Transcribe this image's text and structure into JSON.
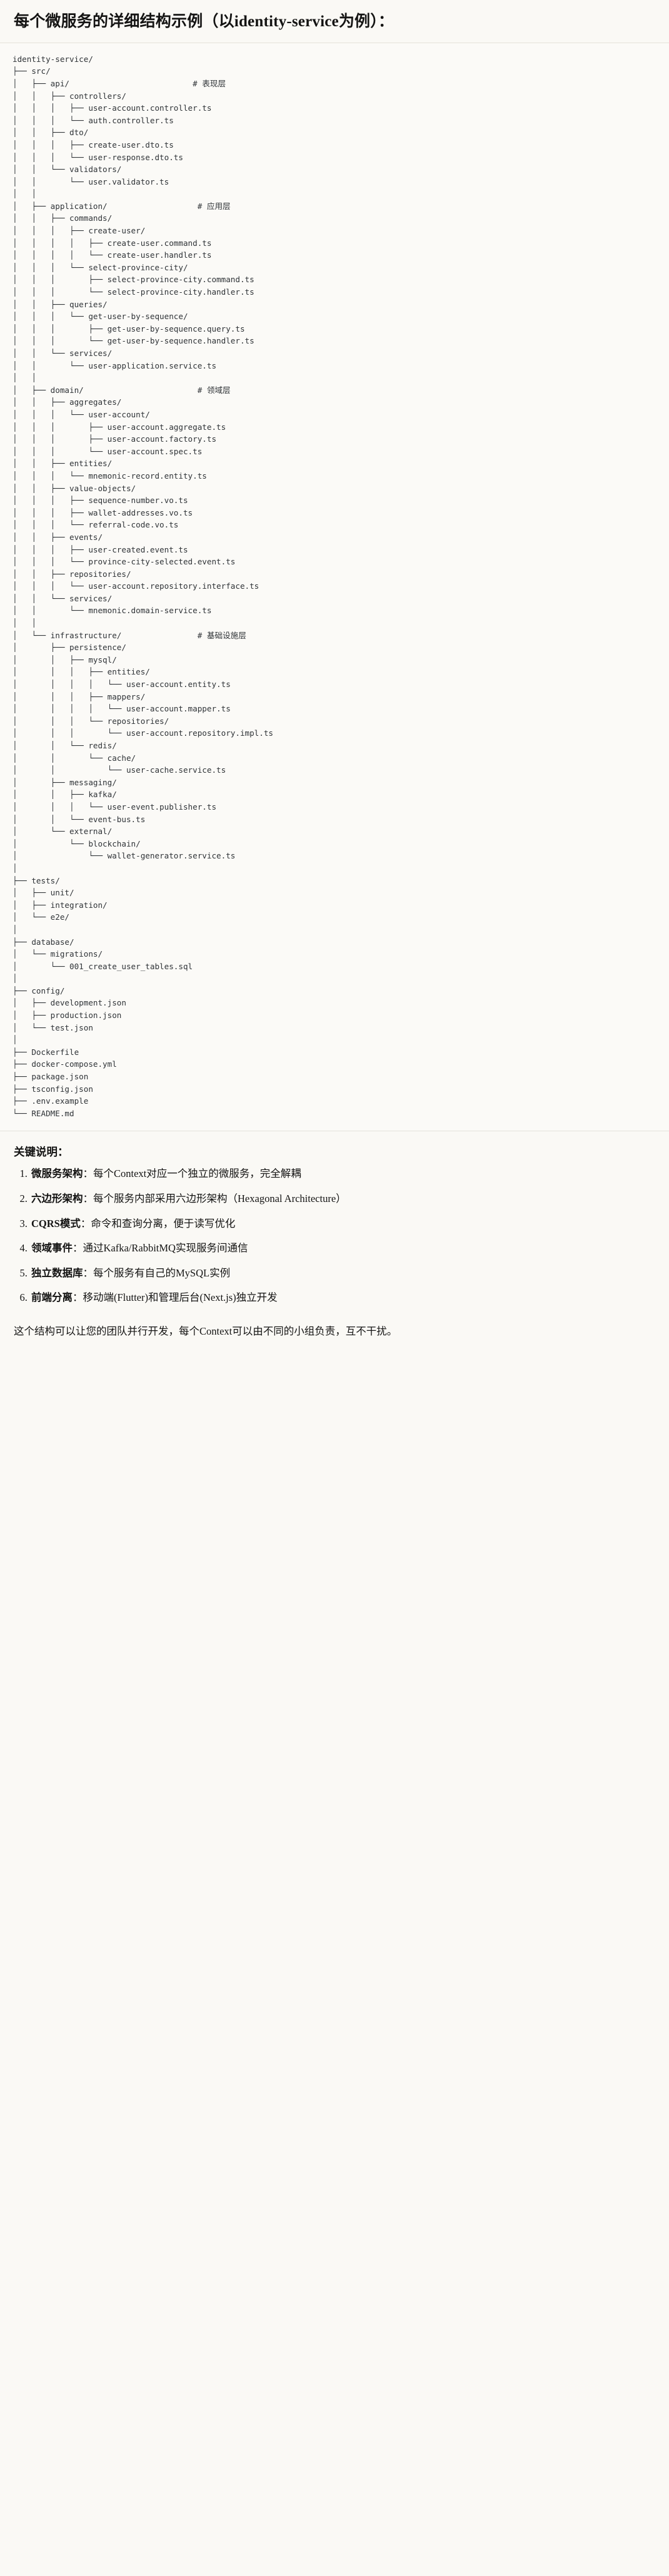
{
  "heading": "每个微服务的详细结构示例（以identity-service为例）：",
  "tree": {
    "root_label": "identity-service/",
    "lines": [
      "identity-service/",
      "├── src/",
      "│   ├── api/                          # 表现层",
      "│   │   ├── controllers/",
      "│   │   │   ├── user-account.controller.ts",
      "│   │   │   └── auth.controller.ts",
      "│   │   ├── dto/",
      "│   │   │   ├── create-user.dto.ts",
      "│   │   │   └── user-response.dto.ts",
      "│   │   └── validators/",
      "│   │       └── user.validator.ts",
      "│   │",
      "│   ├── application/                   # 应用层",
      "│   │   ├── commands/",
      "│   │   │   ├── create-user/",
      "│   │   │   │   ├── create-user.command.ts",
      "│   │   │   │   └── create-user.handler.ts",
      "│   │   │   └── select-province-city/",
      "│   │   │       ├── select-province-city.command.ts",
      "│   │   │       └── select-province-city.handler.ts",
      "│   │   ├── queries/",
      "│   │   │   └── get-user-by-sequence/",
      "│   │   │       ├── get-user-by-sequence.query.ts",
      "│   │   │       └── get-user-by-sequence.handler.ts",
      "│   │   └── services/",
      "│   │       └── user-application.service.ts",
      "│   │",
      "│   ├── domain/                        # 领域层",
      "│   │   ├── aggregates/",
      "│   │   │   └── user-account/",
      "│   │   │       ├── user-account.aggregate.ts",
      "│   │   │       ├── user-account.factory.ts",
      "│   │   │       └── user-account.spec.ts",
      "│   │   ├── entities/",
      "│   │   │   └── mnemonic-record.entity.ts",
      "│   │   ├── value-objects/",
      "│   │   │   ├── sequence-number.vo.ts",
      "│   │   │   ├── wallet-addresses.vo.ts",
      "│   │   │   └── referral-code.vo.ts",
      "│   │   ├── events/",
      "│   │   │   ├── user-created.event.ts",
      "│   │   │   └── province-city-selected.event.ts",
      "│   │   ├── repositories/",
      "│   │   │   └── user-account.repository.interface.ts",
      "│   │   └── services/",
      "│   │       └── mnemonic.domain-service.ts",
      "│   │",
      "│   └── infrastructure/                # 基础设施层",
      "│       ├── persistence/",
      "│       │   ├── mysql/",
      "│       │   │   ├── entities/",
      "│       │   │   │   └── user-account.entity.ts",
      "│       │   │   ├── mappers/",
      "│       │   │   │   └── user-account.mapper.ts",
      "│       │   │   └── repositories/",
      "│       │   │       └── user-account.repository.impl.ts",
      "│       │   └── redis/",
      "│       │       └── cache/",
      "│       │           └── user-cache.service.ts",
      "│       ├── messaging/",
      "│       │   ├── kafka/",
      "│       │   │   └── user-event.publisher.ts",
      "│       │   └── event-bus.ts",
      "│       └── external/",
      "│           └── blockchain/",
      "│               └── wallet-generator.service.ts",
      "│",
      "├── tests/",
      "│   ├── unit/",
      "│   ├── integration/",
      "│   └── e2e/",
      "│",
      "├── database/",
      "│   └── migrations/",
      "│       └── 001_create_user_tables.sql",
      "│",
      "├── config/",
      "│   ├── development.json",
      "│   ├── production.json",
      "│   └── test.json",
      "│",
      "├── Dockerfile",
      "├── docker-compose.yml",
      "├── package.json",
      "├── tsconfig.json",
      "├── .env.example",
      "└── README.md"
    ],
    "layer_comments": [
      "# 表现层",
      "# 应用层",
      "# 领域层",
      "# 基础设施层"
    ]
  },
  "keypoints": {
    "title": "关键说明：",
    "items": [
      {
        "term": "微服务架构",
        "sep": "：",
        "desc": "每个Context对应一个独立的微服务，完全解耦"
      },
      {
        "term": "六边形架构",
        "sep": "：",
        "desc": "每个服务内部采用六边形架构（Hexagonal Architecture）"
      },
      {
        "term": "CQRS模式",
        "sep": "：",
        "desc": "命令和查询分离，便于读写优化"
      },
      {
        "term": "领域事件",
        "sep": "：",
        "desc": "通过Kafka/RabbitMQ实现服务间通信"
      },
      {
        "term": "独立数据库",
        "sep": "：",
        "desc": "每个服务有自己的MySQL实例"
      },
      {
        "term": "前端分离",
        "sep": "：",
        "desc": "移动端(Flutter)和管理后台(Next.js)独立开发"
      }
    ]
  },
  "closing": "这个结构可以让您的团队并行开发，每个Context可以由不同的小组负责，互不干扰。",
  "colors": {
    "page_bg": "#faf9f5",
    "code_bg": "#fbfaf7",
    "text": "#141413",
    "code_text": "#2f3337",
    "rule": "#e4e2da"
  }
}
